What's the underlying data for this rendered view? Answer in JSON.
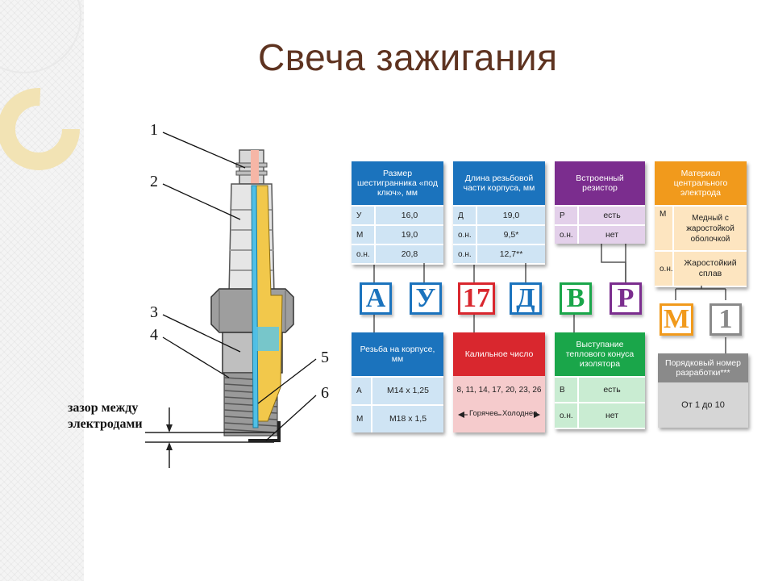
{
  "title": "Свеча зажигания",
  "diagram": {
    "callouts": [
      "1",
      "2",
      "3",
      "4",
      "5",
      "6"
    ],
    "gap_label_line1": "зазор между",
    "gap_label_line2": "электродами"
  },
  "tiles": [
    {
      "text": "А",
      "color": "#1b73bd"
    },
    {
      "text": "У",
      "color": "#1b73bd"
    },
    {
      "text": "17",
      "color": "#d9272e"
    },
    {
      "text": "Д",
      "color": "#1b73bd"
    },
    {
      "text": "В",
      "color": "#1aa64a"
    },
    {
      "text": "Р",
      "color": "#7b2d8e"
    },
    {
      "text": "М",
      "color": "#f19a1c"
    },
    {
      "text": "1",
      "color": "#8a8a8a"
    }
  ],
  "boxes": {
    "hex": {
      "header": "Размер шестигранника «под ключ», мм",
      "rows": [
        {
          "k": "У",
          "v": "16,0"
        },
        {
          "k": "М",
          "v": "19,0"
        },
        {
          "k": "о.н.",
          "v": "20,8"
        }
      ]
    },
    "thread_len": {
      "header": "Длина резьбовой части корпуса, мм",
      "rows": [
        {
          "k": "Д",
          "v": "19,0"
        },
        {
          "k": "о.н.",
          "v": "9,5*"
        },
        {
          "k": "о.н.",
          "v": "12,7**"
        }
      ]
    },
    "resistor": {
      "header": "Встроенный резистор",
      "rows": [
        {
          "k": "Р",
          "v": "есть"
        },
        {
          "k": "о.н.",
          "v": "нет"
        }
      ]
    },
    "material": {
      "header": "Материал центрального электрода",
      "rows": [
        {
          "k": "М",
          "v": "Медный с жаростойкой оболочкой"
        },
        {
          "k": "о.н.",
          "v": "Жаростойкий сплав"
        }
      ]
    },
    "thread": {
      "header": "Резьба на корпусе, мм",
      "rows": [
        {
          "k": "А",
          "v": "М14 х 1,25"
        },
        {
          "k": "М",
          "v": "М18 х 1,5"
        }
      ]
    },
    "heat": {
      "header": "Калильное число",
      "values": "8, 11, 14, 17, 20, 23, 26",
      "hot": "Горячее",
      "cold": "Холоднее"
    },
    "cone": {
      "header": "Выступание теплового конуса изолятора",
      "rows": [
        {
          "k": "В",
          "v": "есть"
        },
        {
          "k": "о.н.",
          "v": "нет"
        }
      ]
    },
    "serial": {
      "header": "Порядковый номер разработки***",
      "value": "От 1 до 10"
    }
  }
}
